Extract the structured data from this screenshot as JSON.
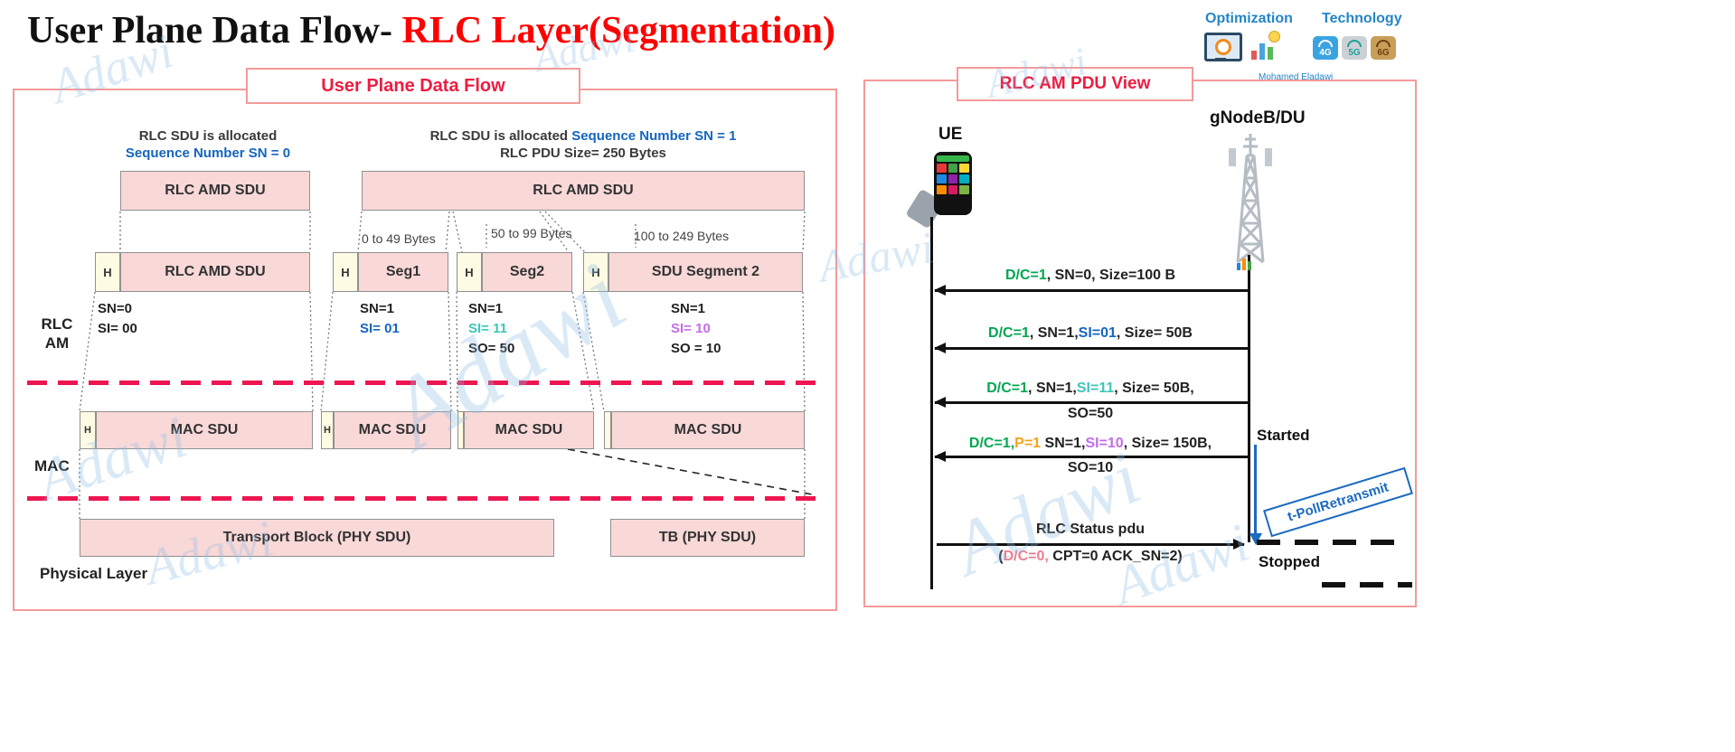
{
  "watermark": {
    "text": "Adawi"
  },
  "title": {
    "part1": "User Plane Data Flow- ",
    "part2": "RLC Layer(Segmentation)"
  },
  "branding": {
    "optimization": "Optimization",
    "technology": "Technology",
    "author": "Mohamed Eladawi",
    "badge_4g": "4G",
    "badge_5g": "5G",
    "badge_6g": "6G"
  },
  "colors": {
    "accent_red": "#ed1c40",
    "dash_pink": "#ed1650",
    "blue": "#1565c0",
    "green": "#00a651",
    "teal": "#3ec6b8",
    "violet": "#c36ce8",
    "orange": "#f5a21b",
    "status_pink": "#ef7c8e",
    "box_pink": "#f9d8d8",
    "box_yellow": "#fdfbe3"
  },
  "left_panel": {
    "header": "User Plane Data Flow",
    "rlc_label_line1": "RLC",
    "rlc_label_line2": "AM",
    "mac_label": "MAC",
    "phy_label": "Physical Layer",
    "sdu0": {
      "caption1": "RLC SDU is allocated",
      "caption2": "Sequence Number SN = 0",
      "sdu_box": "RLC AMD SDU",
      "h": "H",
      "pdu_box": "RLC AMD SDU",
      "sn": "SN=0",
      "si": "SI= 00"
    },
    "sdu1": {
      "caption1a": "RLC SDU is allocated ",
      "caption1b": "Sequence Number SN = 1",
      "caption2": "RLC PDU Size= 250 Bytes",
      "sdu_box": "RLC AMD SDU",
      "range1": "0 to 49 Bytes",
      "range2": "50 to 99 Bytes",
      "range3": "100  to 249 Bytes",
      "seg1": {
        "h": "H",
        "label": "Seg1",
        "sn": "SN=1",
        "si": "SI= 01"
      },
      "seg2": {
        "h": "H",
        "label": "Seg2",
        "sn": "SN=1",
        "si": "SI= 11",
        "so": "SO= 50"
      },
      "seg3": {
        "h": "H",
        "label": "SDU Segment 2",
        "sn": "SN=1",
        "si": "SI= 10",
        "so": "SO = 10"
      }
    },
    "mac_row": {
      "h1": "H",
      "box1": "MAC SDU",
      "h2": "H",
      "box2": "MAC SDU",
      "box3": "MAC SDU",
      "box4": "MAC SDU"
    },
    "phy_row": {
      "box1": "Transport Block (PHY SDU)",
      "box2": "TB (PHY SDU)"
    }
  },
  "right_panel": {
    "header": "RLC AM PDU View",
    "ue_label": "UE",
    "gnb_label": "gNodeB/DU",
    "msg1": {
      "dc": "D/C=1",
      "rest": ", SN=0, Size=100 B"
    },
    "msg2": {
      "dc": "D/C=1",
      "mid": ", SN=1,",
      "si": "SI=01",
      "rest": ", Size= 50B"
    },
    "msg3": {
      "dc": "D/C=1",
      "mid": ", SN=1,",
      "si": "SI=11",
      "rest": ", Size= 50B,",
      "so": "SO=50"
    },
    "msg4": {
      "dc": "D/C=1,",
      "p": "P=1",
      "mid": " SN=1,",
      "si": "SI=10",
      "rest": ", Size= 150B,",
      "so": "SO=10"
    },
    "started": "Started",
    "timer_label": "t-PollRetransmit",
    "status": {
      "line1": "RLC Status pdu",
      "open": "(",
      "dc": "D/C=0,",
      "rest": " CPT=0 ACK_SN=2)"
    },
    "stopped": "Stopped"
  }
}
